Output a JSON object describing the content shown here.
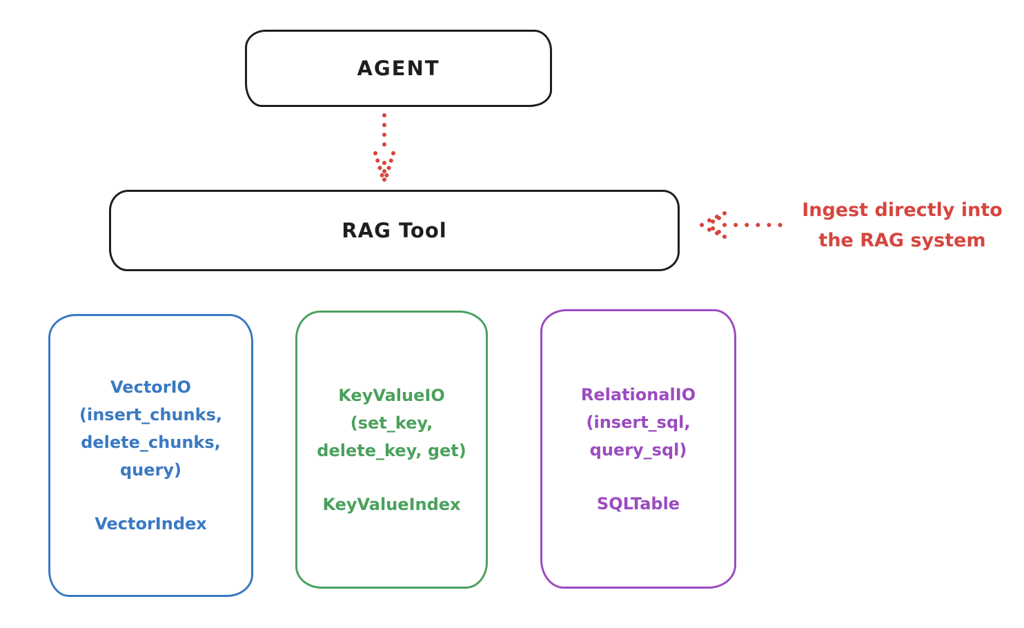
{
  "colors": {
    "stroke_black": "#1e1e1e",
    "accent_red": "#d6453d",
    "vector_blue": "#3a79c2",
    "keyvalue_green": "#4aa15c",
    "relational_purple": "#9b4bbf",
    "background": "#ffffff"
  },
  "nodes": {
    "agent": {
      "label": "AGENT"
    },
    "rag_tool": {
      "label": "RAG Tool"
    }
  },
  "annotation": {
    "line1": "Ingest directly into",
    "line2": "the RAG system"
  },
  "arrows": [
    {
      "name": "agent-to-rag-tool",
      "style": "dotted",
      "color": "#d6453d",
      "direction": "down"
    },
    {
      "name": "ingest-into-rag-tool",
      "style": "dotted",
      "color": "#d6453d",
      "direction": "left"
    }
  ],
  "boxes": [
    {
      "name": "vector-io",
      "color": "#3a79c2",
      "lines": [
        "VectorIO",
        "(insert_chunks,",
        "delete_chunks,",
        "query)"
      ],
      "index_label": "VectorIndex"
    },
    {
      "name": "keyvalue-io",
      "color": "#4aa15c",
      "lines": [
        "KeyValueIO",
        "(set_key,",
        "delete_key, get)"
      ],
      "index_label": "KeyValueIndex"
    },
    {
      "name": "relational-io",
      "color": "#9b4bbf",
      "lines": [
        "RelationalIO",
        "(insert_sql,",
        "query_sql)"
      ],
      "index_label": "SQLTable"
    }
  ]
}
